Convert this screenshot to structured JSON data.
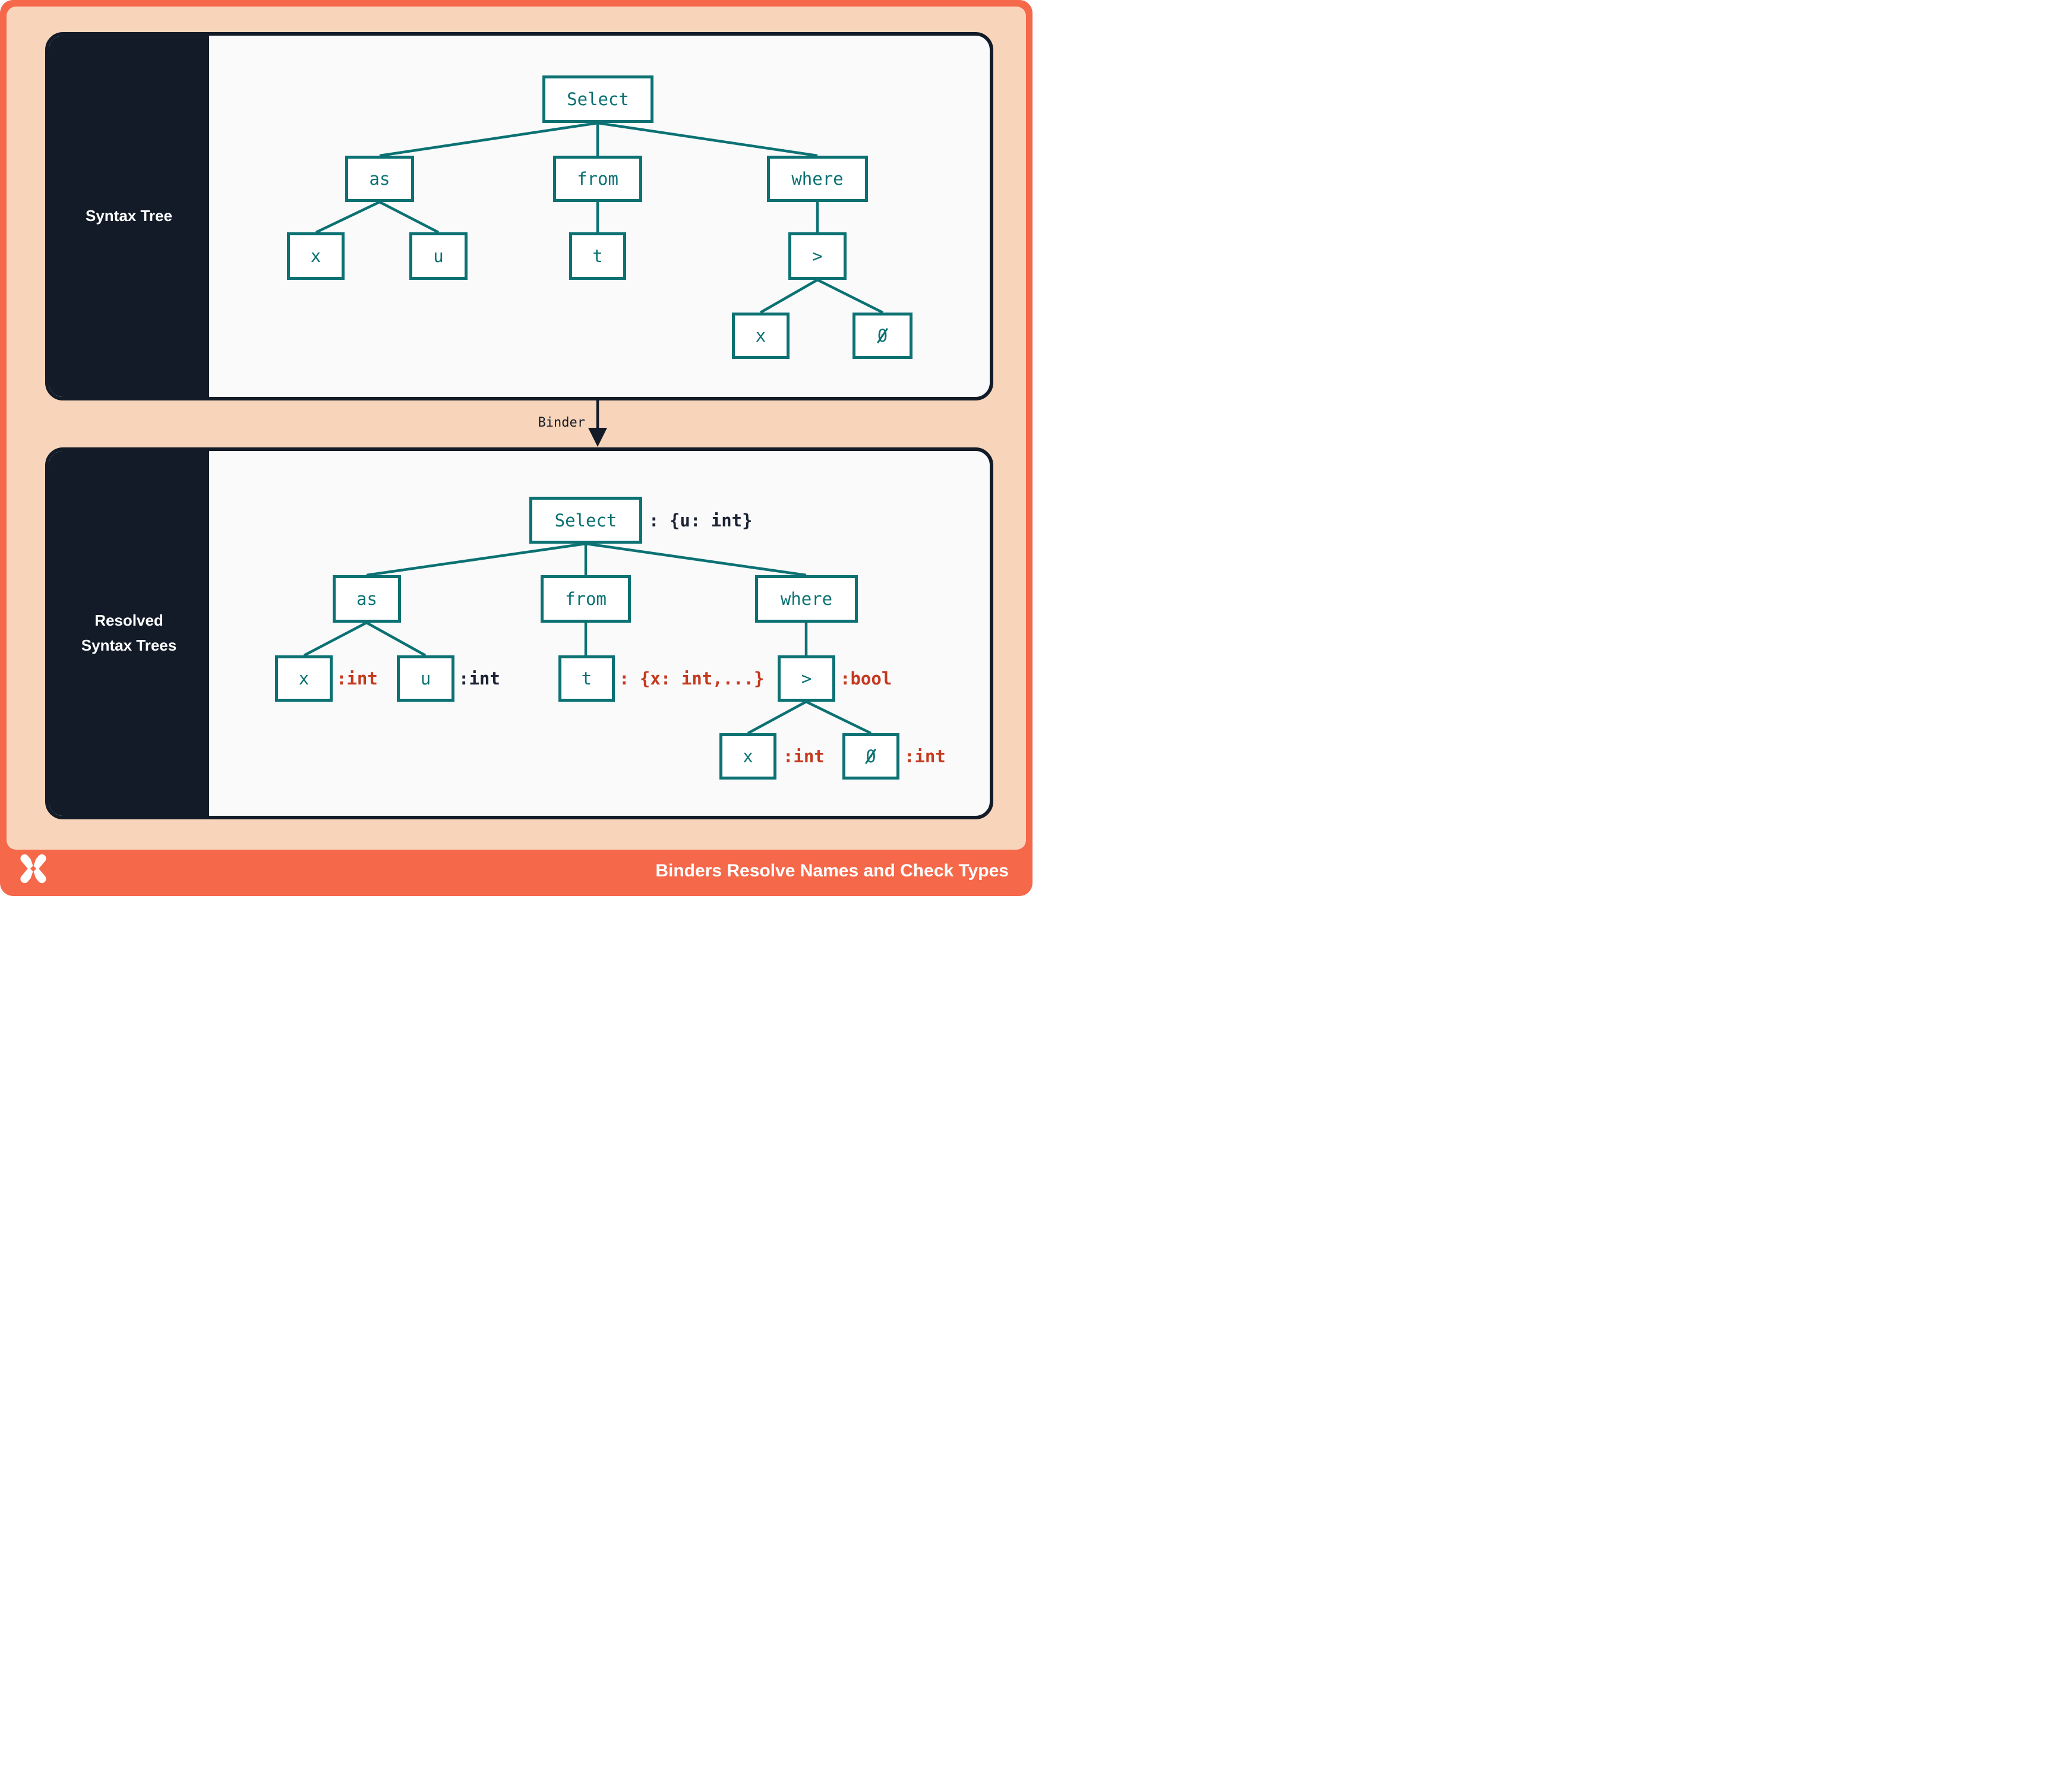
{
  "syntax_tree_panel": {
    "title": "Syntax Tree",
    "nodes": {
      "select": "Select",
      "as": "as",
      "from": "from",
      "where": "where",
      "x_alias": "x",
      "u_alias": "u",
      "t": "t",
      "gt": ">",
      "x_cmp": "x",
      "zero": "0"
    },
    "structure": {
      "Select": [
        "as",
        "from",
        "where"
      ],
      "as": [
        "x",
        "u"
      ],
      "from": [
        "t"
      ],
      "where": [
        ">"
      ],
      ">": [
        "x",
        "0"
      ]
    }
  },
  "binder": {
    "label": "Binder"
  },
  "resolved_panel": {
    "title_line1": "Resolved",
    "title_line2": "Syntax Trees",
    "nodes": {
      "select": "Select",
      "as": "as",
      "from": "from",
      "where": "where",
      "x_alias": "x",
      "u_alias": "u",
      "t": "t",
      "gt": ">",
      "x_cmp": "x",
      "zero": "0"
    },
    "annotations": {
      "select": ": {u: int}",
      "x_alias": ":int",
      "u_alias": ":int",
      "t": ": {x: int,...}",
      "gt": ":bool",
      "x_cmp": ":int",
      "zero": ":int"
    },
    "structure": {
      "Select": [
        "as",
        "from",
        "where"
      ],
      "as": [
        "x",
        "u"
      ],
      "from": [
        "t"
      ],
      "where": [
        ">"
      ],
      ">": [
        "x",
        "0"
      ]
    }
  },
  "footer": {
    "title": "Binders Resolve Names and Check Types",
    "logo_icon": "x-pinwheel-logo"
  },
  "colors": {
    "teal": "#0B7173",
    "red": "#C5391E",
    "navy": "#131B28",
    "orange": "#F5684A",
    "salmon": "#F8D5BA",
    "panel_bg": "#FAFAFB"
  }
}
